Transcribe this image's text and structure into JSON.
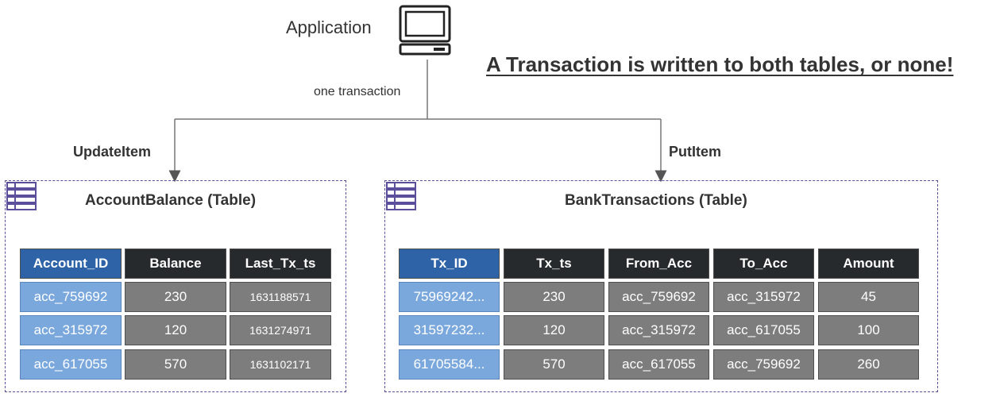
{
  "application": {
    "label": "Application",
    "icon": "computer-icon"
  },
  "headline": "A Transaction is written to both tables, or none!",
  "connector_label": "one transaction",
  "operations": {
    "left": "UpdateItem",
    "right": "PutItem"
  },
  "colors": {
    "key_header": "#2e63a8",
    "key_cell": "#7aa8dd",
    "header": "#262a2d",
    "value_cell": "#7d7d7d",
    "table_border": "#5b4f9c"
  },
  "tables": [
    {
      "title": "AccountBalance (Table)",
      "icon": "database-table-icon",
      "columns": [
        "Account_ID",
        "Balance",
        "Last_Tx_ts"
      ],
      "rows": [
        [
          "acc_759692",
          "230",
          "1631188571"
        ],
        [
          "acc_315972",
          "120",
          "1631274971"
        ],
        [
          "acc_617055",
          "570",
          "1631102171"
        ]
      ]
    },
    {
      "title": "BankTransactions (Table)",
      "icon": "database-table-icon",
      "columns": [
        "Tx_ID",
        "Tx_ts",
        "From_Acc",
        "To_Acc",
        "Amount"
      ],
      "rows": [
        [
          "75969242...",
          "230",
          "acc_759692",
          "acc_315972",
          "45"
        ],
        [
          "31597232...",
          "120",
          "acc_315972",
          "acc_617055",
          "100"
        ],
        [
          "61705584...",
          "570",
          "acc_617055",
          "acc_759692",
          "260"
        ]
      ]
    }
  ]
}
